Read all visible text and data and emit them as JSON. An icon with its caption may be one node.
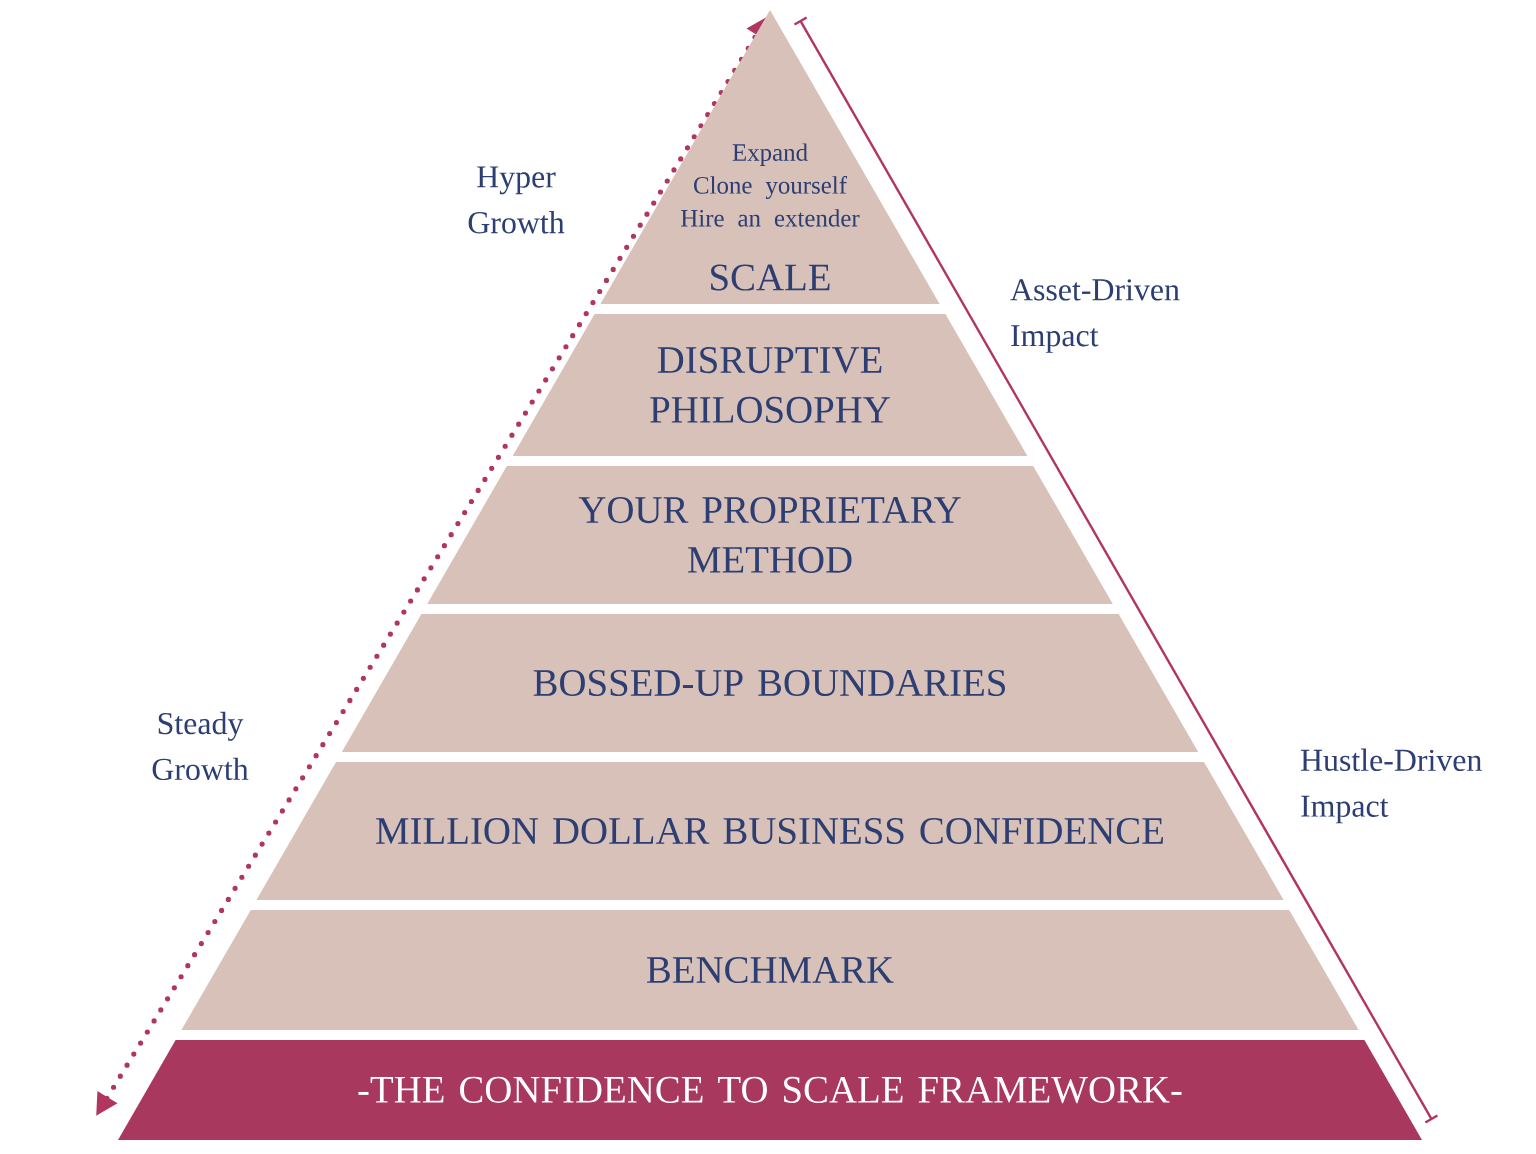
{
  "diagram": {
    "nodes": [
      {
        "text": [
          "Expand",
          "Clone yourself",
          "Hire an extender",
          "SCALE"
        ]
      },
      {
        "text": [
          "DISRUPTIVE PHILOSOPHY"
        ]
      },
      {
        "text": [
          "YOUR PROPRIETARY METHOD"
        ]
      },
      {
        "text": [
          "BOSSED-UP BOUNDARIES"
        ]
      },
      {
        "text": [
          "MILLION DOLLAR BUSINESS CONFIDENCE"
        ]
      },
      {
        "text": [
          "BENCHMARK"
        ]
      },
      {
        "text": [
          "-THE CONFIDENCE TO SCALE FRAMEWORK-"
        ]
      }
    ],
    "labels": [
      "Hyper Growth",
      "Asset-Driven Impact",
      "Steady Growth",
      "Hustle-Driven Impact"
    ]
  }
}
